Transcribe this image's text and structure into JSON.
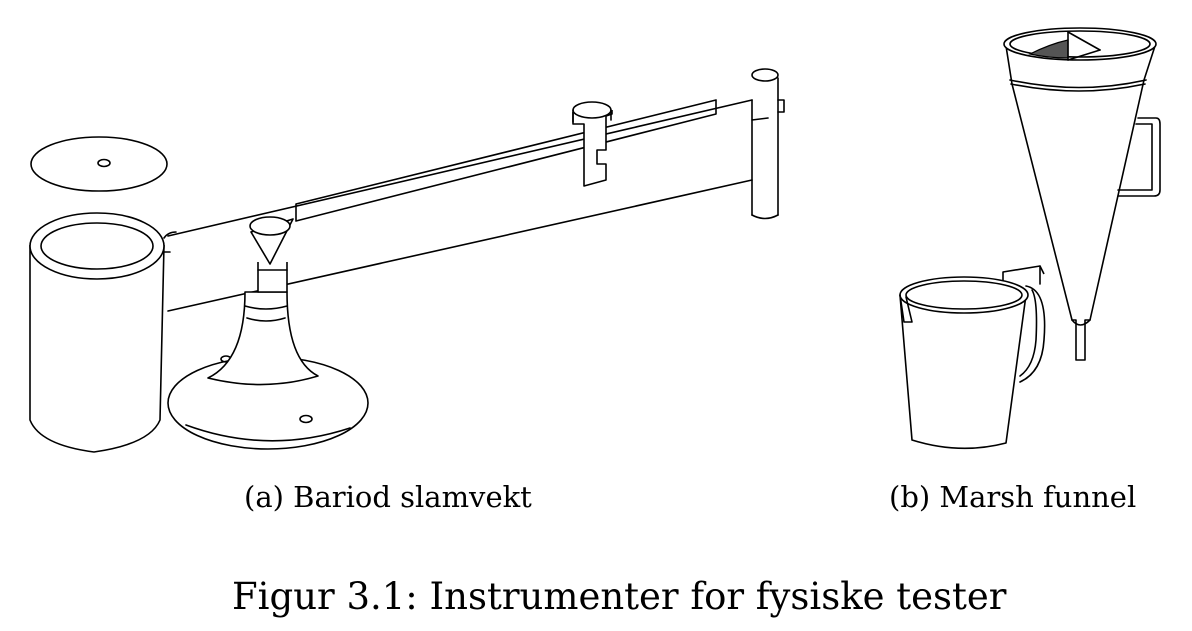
{
  "figure": {
    "subfigures": [
      {
        "id": "a",
        "caption": "(a) Bariod slamvekt"
      },
      {
        "id": "b",
        "caption": "(b) Marsh funnel"
      }
    ],
    "caption": "Figur 3.1: Instrumenter for fysiske tester"
  },
  "style": {
    "line_color": "#000000",
    "background": "#ffffff"
  }
}
